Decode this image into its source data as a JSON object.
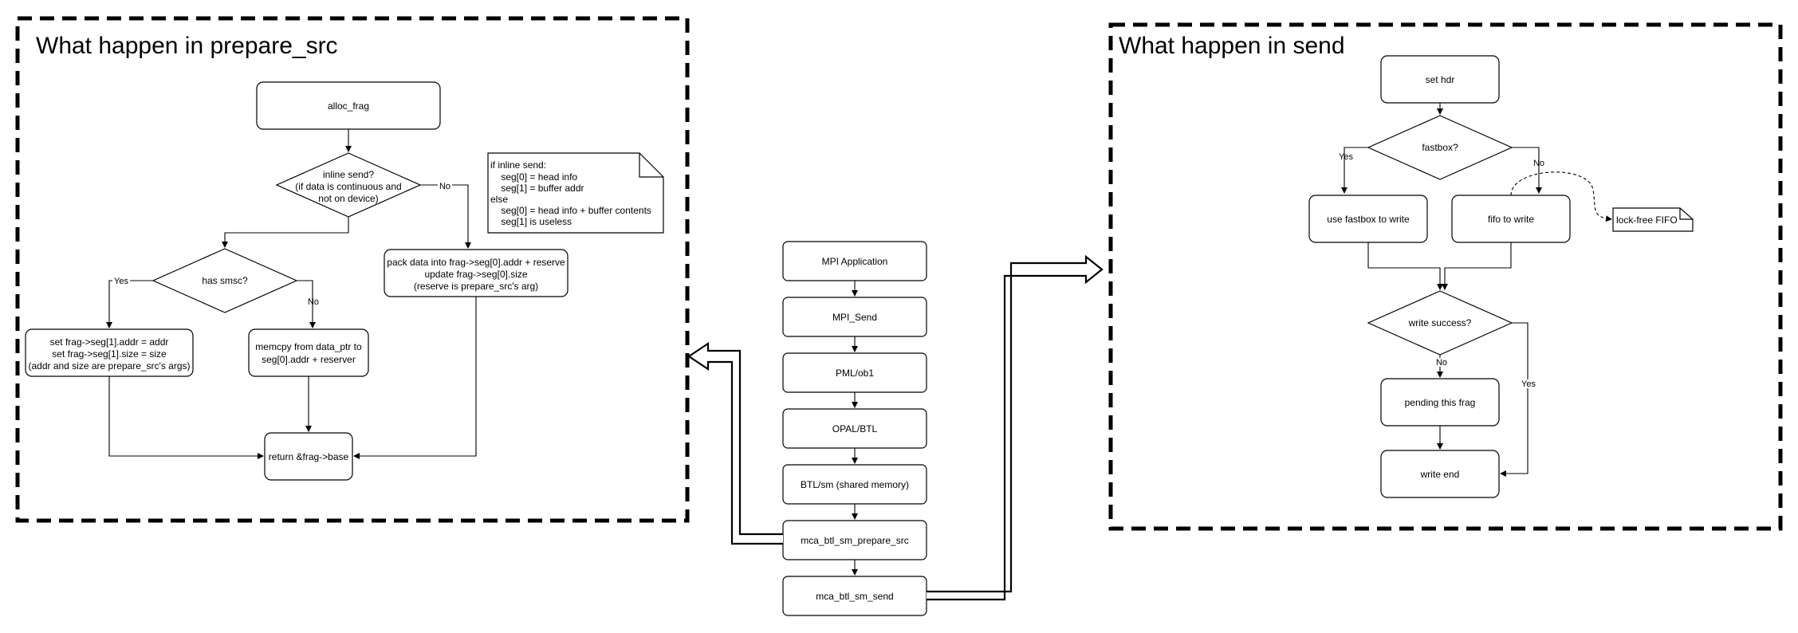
{
  "panels": {
    "prepare_src_title": "What happen in prepare_src",
    "send_title": "What happen in send"
  },
  "stack": [
    "MPI Application",
    "MPI_Send",
    "PML/ob1",
    "OPAL/BTL",
    "BTL/sm (shared memory)",
    "mca_btl_sm_prepare_src",
    "mca_btl_sm_send"
  ],
  "prepare_src": {
    "alloc_frag": "alloc_frag",
    "inline_decision": [
      "inline send?",
      "(if data is continuous and",
      "not on device)"
    ],
    "has_smsc": "has smsc?",
    "set_frag": [
      "set frag->seg[1].addr = addr",
      "set frag->seg[1].size = size",
      "(addr and size are prepare_src's args)"
    ],
    "memcpy": [
      "memcpy from data_ptr to",
      "seg[0].addr + reserver"
    ],
    "pack_data": [
      "pack data into frag->seg[0].addr + reserve",
      "update frag->seg[0].size",
      "(reserve is prepare_src's arg)"
    ],
    "return_base": "return &frag->base",
    "note": [
      "if inline send:",
      "    seg[0] = head info",
      "    seg[1] = buffer addr",
      "else",
      "    seg[0] = head info + buffer contents",
      "    seg[1] is useless"
    ],
    "label_yes": "Yes",
    "label_no": "No"
  },
  "send": {
    "set_hdr": "set hdr",
    "fastbox": "fastbox?",
    "use_fastbox": "use fastbox to write",
    "fifo": "fifo to write",
    "lockfree": "lock-free FIFO",
    "write_success": "write success?",
    "pending": "pending this frag",
    "write_end": "write end",
    "label_yes": "Yes",
    "label_no": "No"
  }
}
